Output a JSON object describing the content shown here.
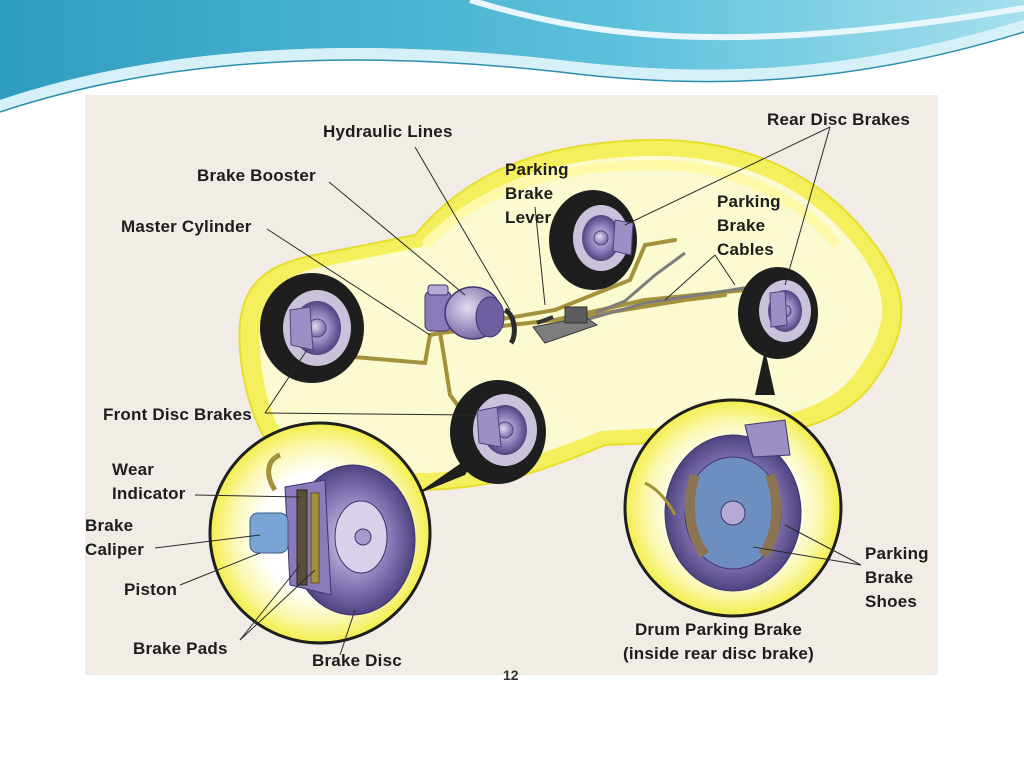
{
  "labels": {
    "hydraulic_lines": "Hydraulic Lines",
    "rear_disc_brakes": "Rear Disc Brakes",
    "brake_booster": "Brake Booster",
    "parking_brake_lever": [
      "Parking",
      "Brake",
      "Lever"
    ],
    "parking_brake_cables": [
      "Parking",
      "Brake",
      "Cables"
    ],
    "master_cylinder": "Master Cylinder",
    "front_disc_brakes": "Front Disc Brakes",
    "wear_indicator": [
      "Wear",
      "Indicator"
    ],
    "brake_caliper": [
      "Brake",
      "Caliper"
    ],
    "piston": "Piston",
    "brake_pads": "Brake Pads",
    "brake_disc": "Brake Disc",
    "parking_brake_shoes": [
      "Parking",
      "Brake",
      "Shoes"
    ],
    "drum_parking_brake": [
      "Drum Parking Brake",
      "(inside rear disc brake)"
    ]
  },
  "page_number": "12",
  "colors": {
    "banner_dark": "#2f9fc0",
    "banner_light": "#8fd3e6",
    "figure_bg": "#f1ede6",
    "car_glow": "#f2ee4a",
    "brake_purple": "#8a7bb8",
    "tire": "#1e1e1e",
    "hydraulic_line": "#a4913c"
  }
}
